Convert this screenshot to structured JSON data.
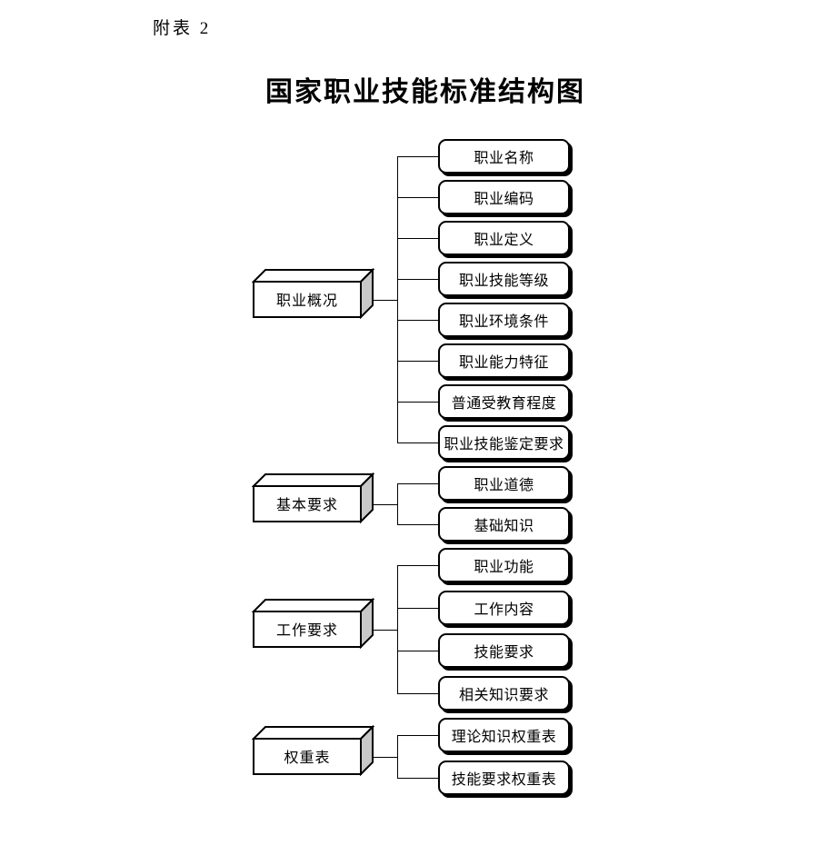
{
  "header": {
    "annotation": "附表 2",
    "title": "国家职业技能标准结构图"
  },
  "diagram": {
    "groups": [
      {
        "label": "职业概况",
        "children": [
          "职业名称",
          "职业编码",
          "职业定义",
          "职业技能等级",
          "职业环境条件",
          "职业能力特征",
          "普通受教育程度",
          "职业技能鉴定要求"
        ]
      },
      {
        "label": "基本要求",
        "children": [
          "职业道德",
          "基础知识"
        ]
      },
      {
        "label": "工作要求",
        "children": [
          "职业功能",
          "工作内容",
          "技能要求",
          "相关知识要求"
        ]
      },
      {
        "label": "权重表",
        "children": [
          "理论知识权重表",
          "技能要求权重表"
        ]
      }
    ],
    "colors": {
      "line": "#000000",
      "cube_side": "#c8c8c8",
      "box_fill": "#ffffff"
    }
  }
}
